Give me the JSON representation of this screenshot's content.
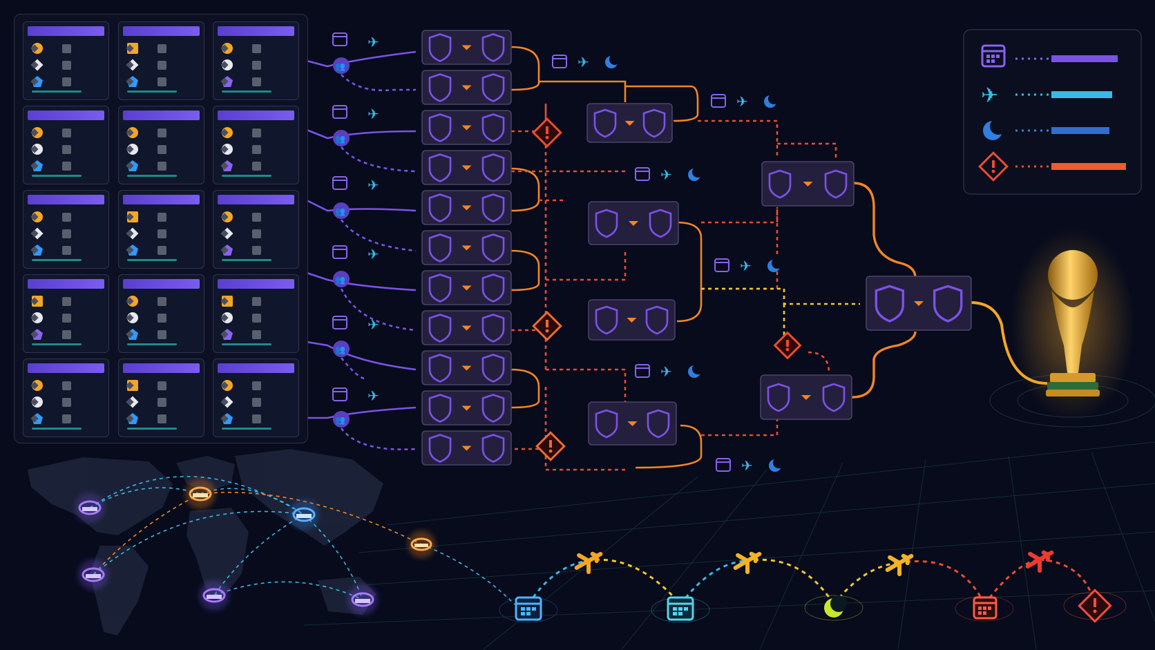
{
  "colors": {
    "background": "#070b1c",
    "purple": "#7b52e8",
    "orange": "#f5861f",
    "red": "#ef4b2e",
    "yellow": "#f5c72a",
    "blue": "#2f7fe0",
    "cyan": "#38b9e6",
    "gold": "#e9a327"
  },
  "icons": {
    "schedule": "calendar-icon",
    "travel": "airplane-icon",
    "rest": "crescent-moon-icon",
    "conflict": "warning-diamond-icon",
    "team_group": "people-icon",
    "team": "shield-icon",
    "final_prize": "trophy-icon",
    "venue": "stadium-icon"
  },
  "group_cards": [
    [
      "orange-circle",
      "diamond",
      "blue-penta"
    ],
    [
      "orange-square",
      "diamond",
      "blue-penta"
    ],
    [
      "orange-circle",
      "white-circle",
      "purple-penta"
    ],
    [
      "orange-circle",
      "white-circle",
      "blue-penta"
    ],
    [
      "orange-circle",
      "white-circle",
      "blue-penta"
    ],
    [
      "orange-circle",
      "white-circle",
      "purple-penta"
    ],
    [
      "orange-circle",
      "diamond",
      "blue-penta"
    ],
    [
      "orange-square",
      "diamond",
      "blue-penta"
    ],
    [
      "orange-circle",
      "diamond",
      "purple-penta"
    ],
    [
      "orange-square",
      "white-circle",
      "purple-penta"
    ],
    [
      "orange-circle",
      "white-circle",
      "blue-penta"
    ],
    [
      "orange-square",
      "white-circle",
      "purple-penta"
    ],
    [
      "orange-circle",
      "white-circle",
      "blue-penta"
    ],
    [
      "orange-square",
      "diamond",
      "blue-penta"
    ],
    [
      "orange-circle",
      "diamond",
      "blue-penta"
    ]
  ],
  "legend": [
    {
      "icon": "calendar-icon",
      "style": "dotted",
      "color": "#7b52e8"
    },
    {
      "icon": "airplane-icon",
      "style": "dotted",
      "color": "#38b9e6"
    },
    {
      "icon": "crescent-moon-icon",
      "style": "dotted",
      "color": "#2f7fe0"
    },
    {
      "icon": "warning-diamond-icon",
      "style": "dotted",
      "color": "#ef4b2e"
    }
  ]
}
